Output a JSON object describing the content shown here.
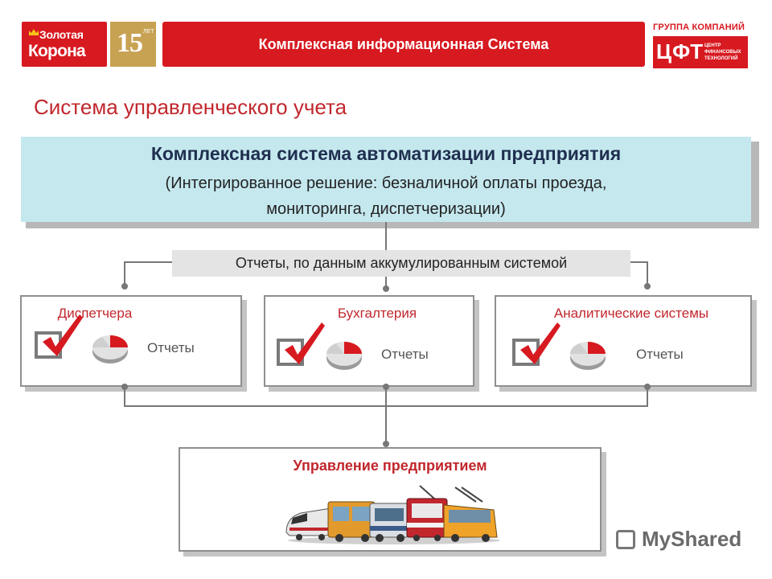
{
  "header": {
    "logo_line1": "Золотая",
    "logo_line2": "Корона",
    "anniversary_number": "15",
    "anniversary_word": "ЛЕТ",
    "banner_title": "Комплексная информационная Система",
    "group_label": "ГРУППА КОМПАНИЙ",
    "cft_abbr": "ЦФТ",
    "cft_line1": "ЦЕНТР",
    "cft_line2": "ФИНАНСОВЫХ",
    "cft_line3": "ТЕХНОЛОГИЙ"
  },
  "slide_title": "Система управленческого учета",
  "top_block": {
    "title": "Комплексная система автоматизации предприятия",
    "subtitle_line1": "(Интегрированное решение: безналичной оплаты проезда,",
    "subtitle_line2": "мониторинга, диспетчеризации)"
  },
  "reports_label": "Отчеты, по данным аккумулированным системой",
  "categories": [
    {
      "title": "Диспетчера",
      "reports": "Отчеты"
    },
    {
      "title": "Бухгалтерия",
      "reports": "Отчеты"
    },
    {
      "title": "Аналитические системы",
      "reports": "Отчеты"
    }
  ],
  "management_block": {
    "title": "Управление предприятием"
  },
  "watermark": "MyShared",
  "colors": {
    "brand_red": "#d71920",
    "title_red": "#c1272d",
    "banner_bg": "#c5e8ef",
    "gold": "#c8a253"
  }
}
